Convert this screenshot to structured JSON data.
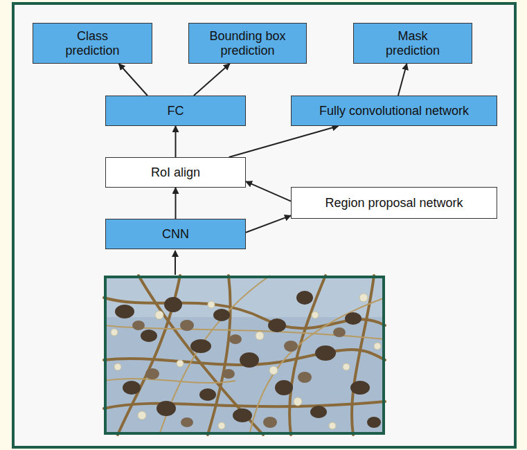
{
  "diagram": {
    "nodes": [
      {
        "text": [
          "Class prediction"
        ]
      },
      {
        "text": [
          "Bounding box prediction"
        ]
      },
      {
        "text": [
          "Mask prediction"
        ]
      },
      {
        "text": [
          "FC"
        ]
      },
      {
        "text": [
          "Fully convolutional network"
        ]
      },
      {
        "text": [
          "RoI align"
        ]
      },
      {
        "text": [
          "Region proposal network"
        ]
      },
      {
        "text": [
          "CNN"
        ]
      }
    ],
    "edges": [
      {
        "from": 7,
        "to": 5,
        "arrow": "to"
      },
      {
        "from": 7,
        "to": 6,
        "arrow": "to"
      },
      {
        "from": 6,
        "to": 5,
        "arrow": "to"
      },
      {
        "from": 5,
        "to": 3,
        "arrow": "to"
      },
      {
        "from": 5,
        "to": 4,
        "arrow": "to"
      },
      {
        "from": 3,
        "to": 0,
        "arrow": "to"
      },
      {
        "from": 3,
        "to": 1,
        "arrow": "to"
      },
      {
        "from": 4,
        "to": 2,
        "arrow": "to"
      }
    ]
  }
}
